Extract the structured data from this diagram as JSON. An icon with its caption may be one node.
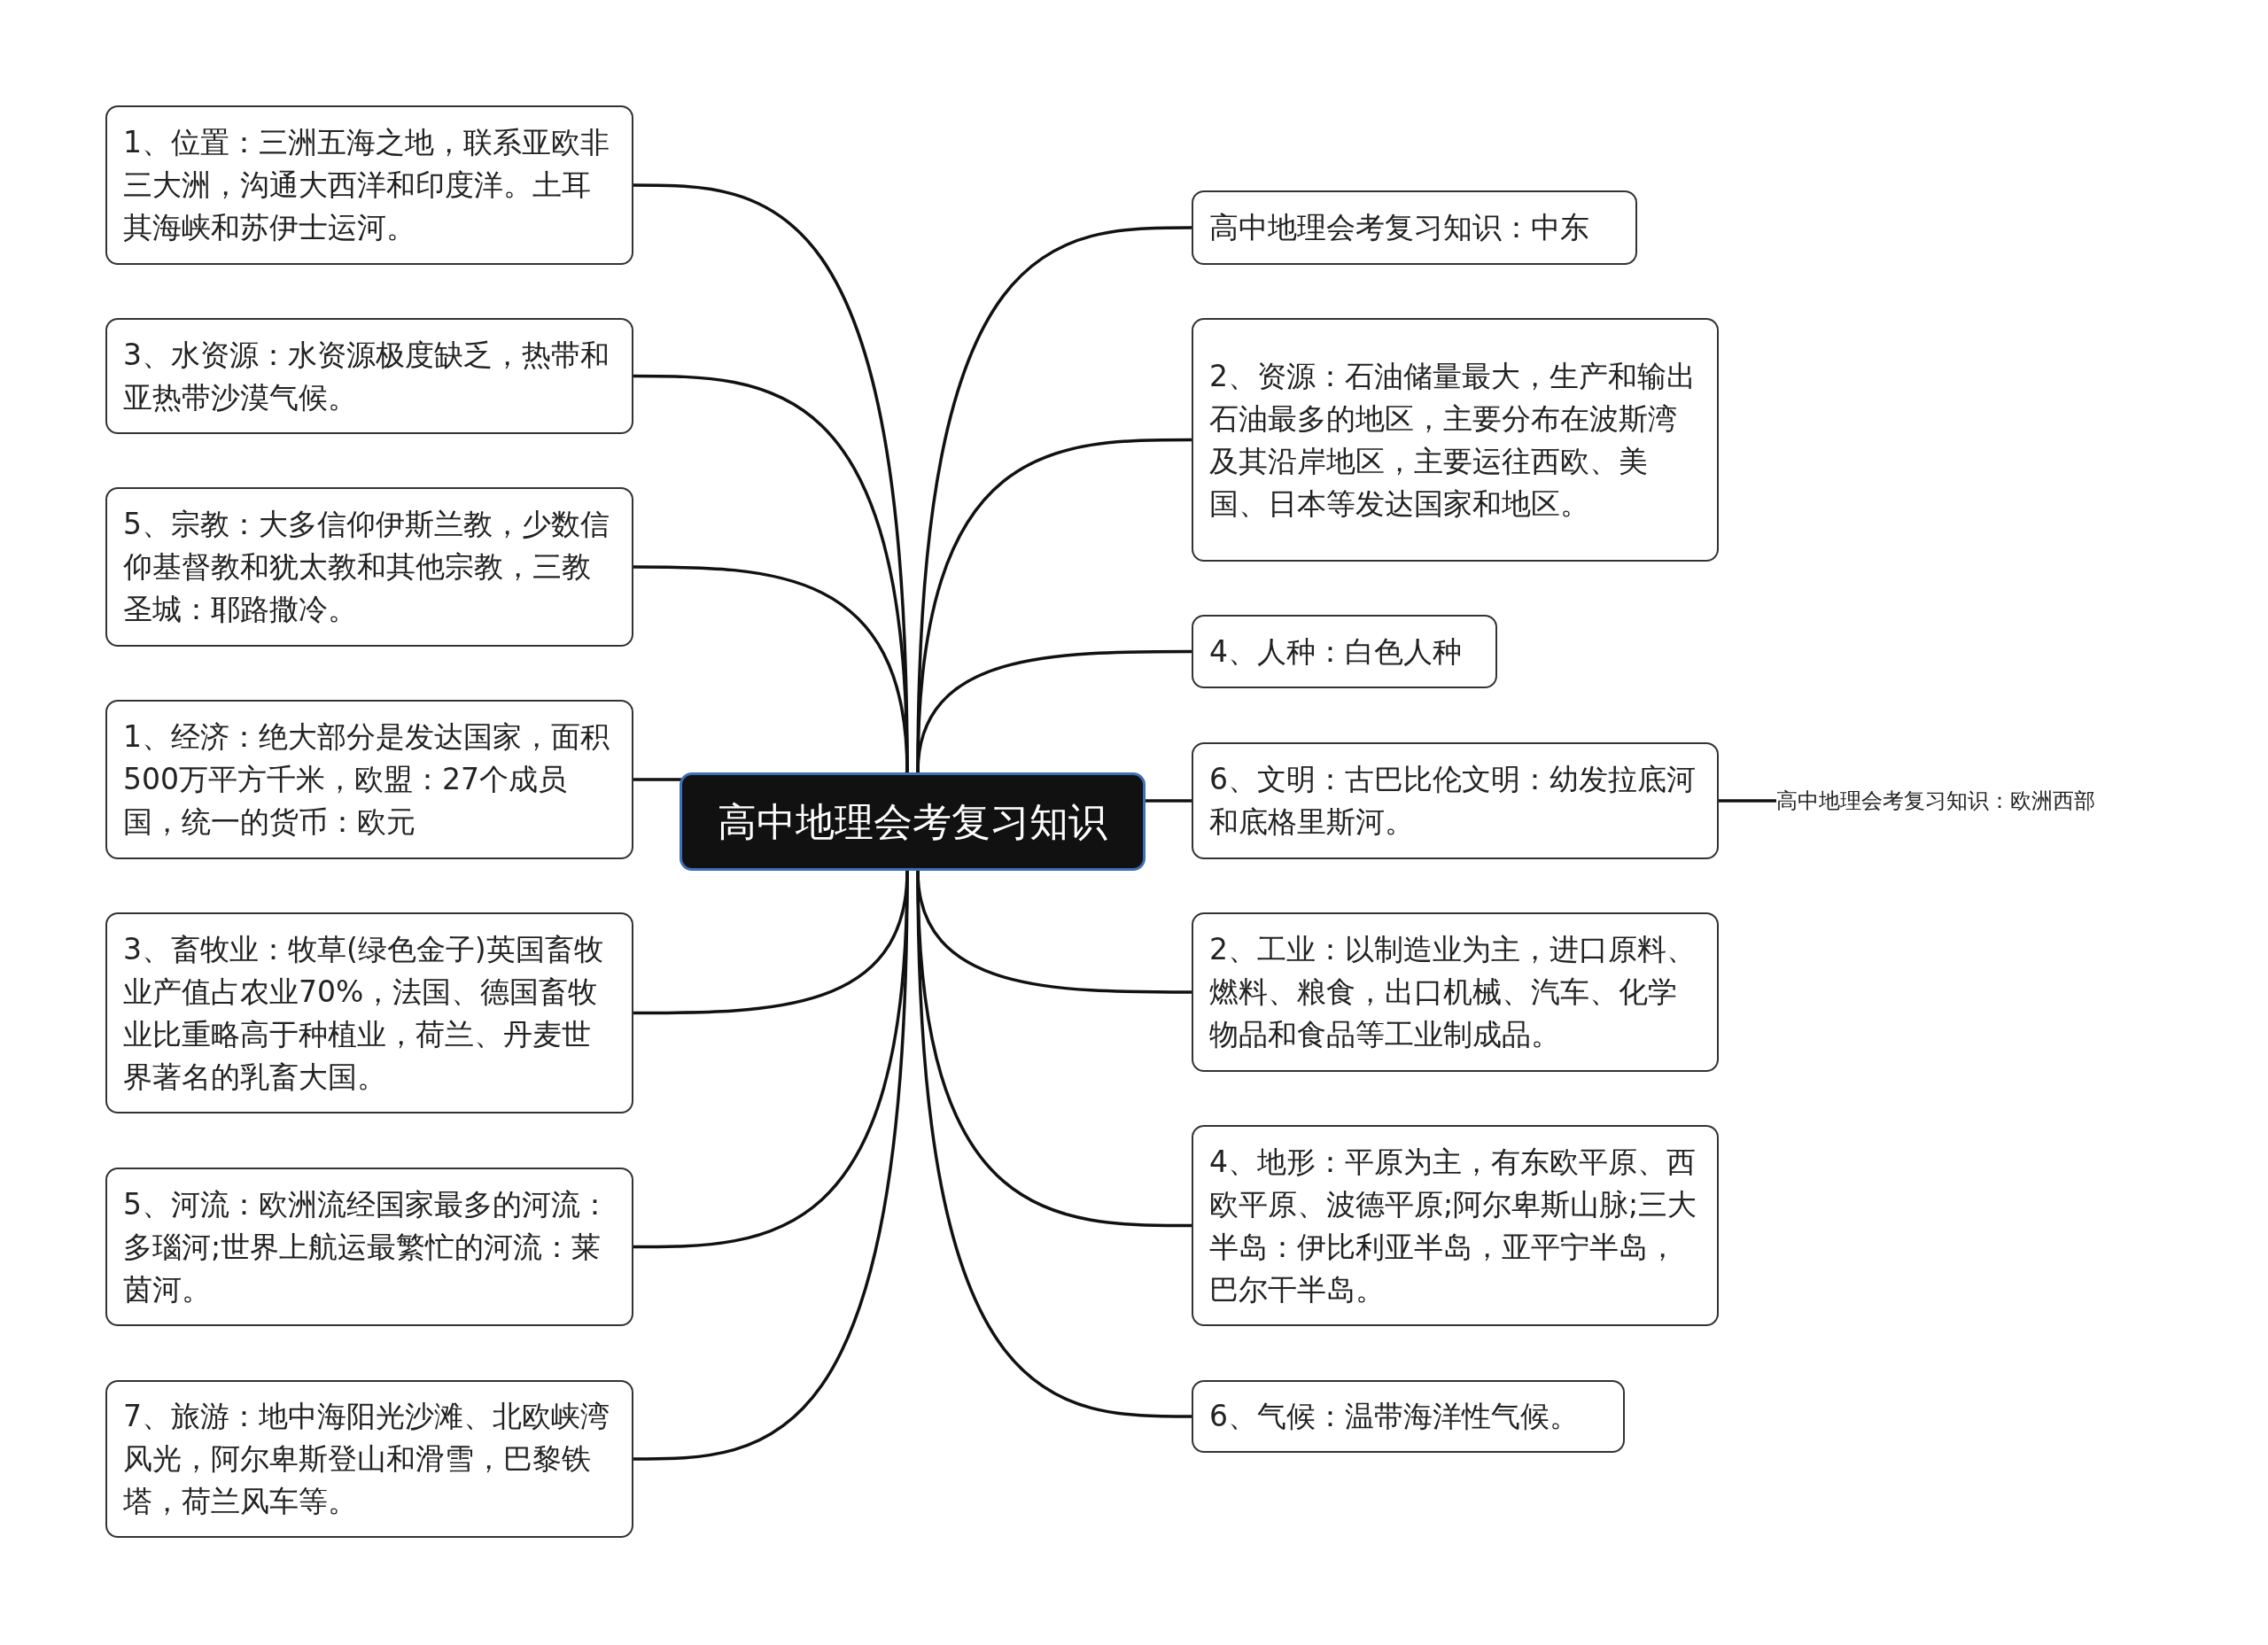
{
  "diagram": {
    "nodes": [
      {
        "text": [
          "高中地理会考复习知识"
        ]
      },
      {
        "text": [
          "1、位置：三洲五海之地，联系亚欧非三大洲，沟通大西洋和印度洋。土耳其海峡和苏伊士运河。"
        ]
      },
      {
        "text": [
          "3、水资源：水资源极度缺乏，热带和亚热带沙漠气候。"
        ]
      },
      {
        "text": [
          "5、宗教：大多信仰伊斯兰教，少数信仰基督教和犹太教和其他宗教，三教圣城：耶路撒冷。"
        ]
      },
      {
        "text": [
          "1、经济：绝大部分是发达国家，面积500万平方千米，欧盟：27个成员国，统一的货币：欧元"
        ]
      },
      {
        "text": [
          "3、畜牧业：牧草(绿色金子)英国畜牧业产值占农业70%，法国、德国畜牧业比重略高于种植业，荷兰、丹麦世界著名的乳畜大国。"
        ]
      },
      {
        "text": [
          "5、河流：欧洲流经国家最多的河流：多瑙河;世界上航运最繁忙的河流：莱茵河。"
        ]
      },
      {
        "text": [
          "7、旅游：地中海阳光沙滩、北欧峡湾风光，阿尔卑斯登山和滑雪，巴黎铁塔，荷兰风车等。"
        ]
      },
      {
        "text": [
          "高中地理会考复习知识：中东"
        ]
      },
      {
        "text": [
          "2、资源：石油储量最大，生产和输出石油最多的地区，主要分布在波斯湾及其沿岸地区，主要运往西欧、美国、日本等发达国家和地区。"
        ]
      },
      {
        "text": [
          "4、人种：白色人种"
        ]
      },
      {
        "text": [
          "6、文明：古巴比伦文明：幼发拉底河和底格里斯河。"
        ]
      },
      {
        "text": [
          "2、工业：以制造业为主，进口原料、燃料、粮食，出口机械、汽车、化学物品和食品等工业制成品。"
        ]
      },
      {
        "text": [
          "4、地形：平原为主，有东欧平原、西欧平原、波德平原;阿尔卑斯山脉;三大半岛：伊比利亚半岛，亚平宁半岛，巴尔干半岛。"
        ]
      },
      {
        "text": [
          "6、气候：温带海洋性气候。"
        ]
      },
      {
        "text": [
          "高中地理会考复习知识：欧洲西部"
        ]
      }
    ],
    "edges": [
      {
        "from": 0,
        "to": 1,
        "arrow": "none"
      },
      {
        "from": 0,
        "to": 2,
        "arrow": "none"
      },
      {
        "from": 0,
        "to": 3,
        "arrow": "none"
      },
      {
        "from": 0,
        "to": 4,
        "arrow": "none"
      },
      {
        "from": 0,
        "to": 5,
        "arrow": "none"
      },
      {
        "from": 0,
        "to": 6,
        "arrow": "none"
      },
      {
        "from": 0,
        "to": 7,
        "arrow": "none"
      },
      {
        "from": 0,
        "to": 8,
        "arrow": "none"
      },
      {
        "from": 0,
        "to": 9,
        "arrow": "none"
      },
      {
        "from": 0,
        "to": 10,
        "arrow": "none"
      },
      {
        "from": 0,
        "to": 11,
        "arrow": "none"
      },
      {
        "from": 0,
        "to": 12,
        "arrow": "none"
      },
      {
        "from": 0,
        "to": 13,
        "arrow": "none"
      },
      {
        "from": 0,
        "to": 14,
        "arrow": "none"
      },
      {
        "from": 11,
        "to": 15,
        "arrow": "none"
      }
    ]
  }
}
